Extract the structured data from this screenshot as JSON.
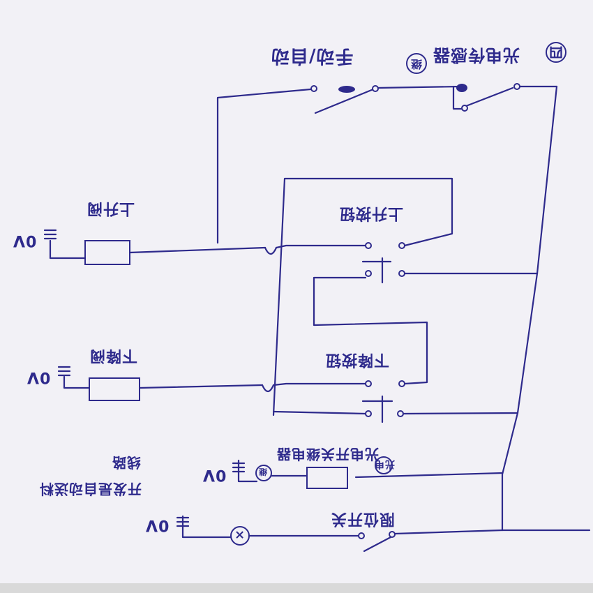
{
  "colors": {
    "ink": "#2e2a8c",
    "paper": "#f2f1f6"
  },
  "labels": {
    "manual_switch": "手动/自动",
    "photo_relay_contact": "光电传感器",
    "raise_valve": "上升阀",
    "raise_button": "上升按钮",
    "lower_valve": "下降阀",
    "lower_button": "下降按钮",
    "photo_relay_coil": "光电开关继电器",
    "photo_sensor": "光电",
    "auto_note_line1": "开发是自动送料",
    "auto_note_line2": "线路",
    "limit_switch": "限位开关",
    "zero_v": "0V"
  },
  "markers": {
    "circled_number": "四",
    "relay_coil_circle": "继",
    "contact_circle": "继",
    "lamp": "×"
  }
}
